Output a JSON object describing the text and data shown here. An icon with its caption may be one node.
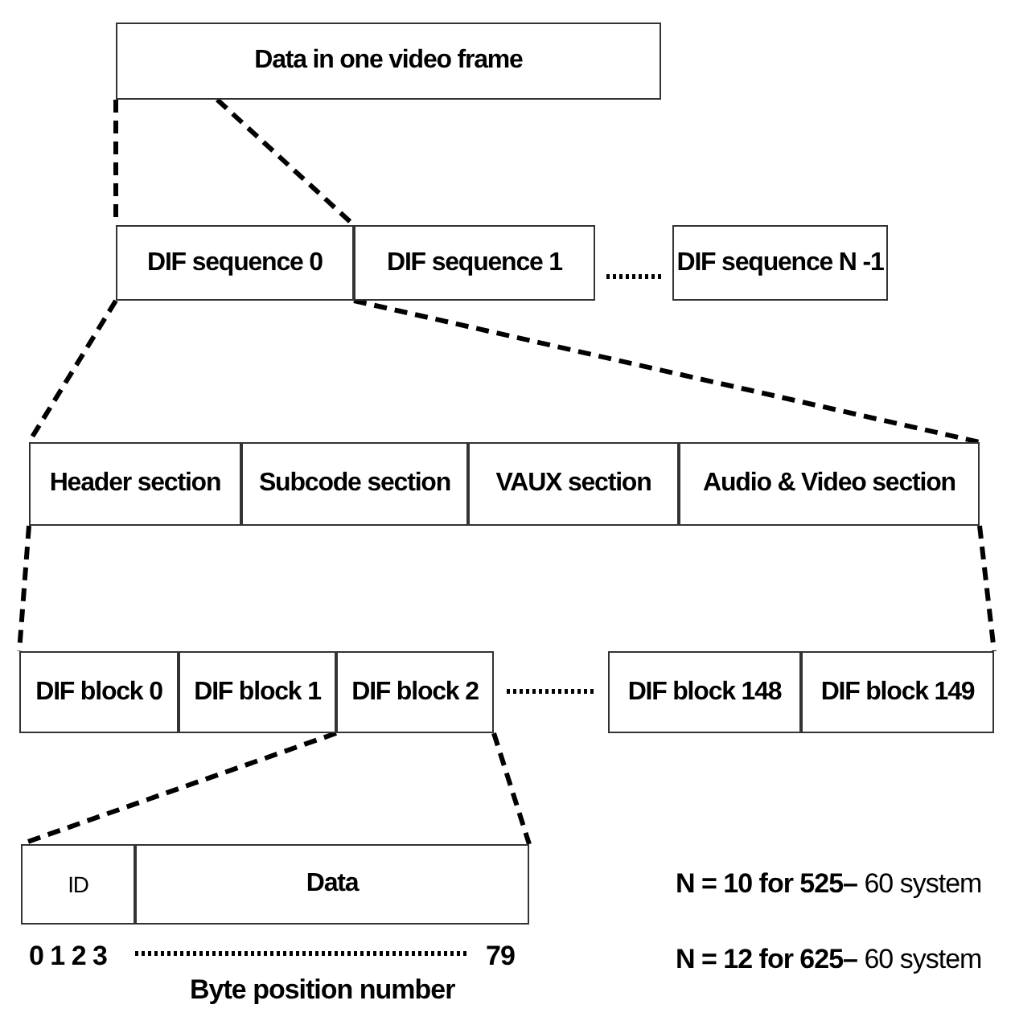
{
  "diagram": {
    "nodes": [
      {
        "text": [
          "Data in one video frame"
        ]
      },
      {
        "text": [
          "DIF sequence 0"
        ]
      },
      {
        "text": [
          "DIF sequence 1"
        ]
      },
      {
        "text": [
          "DIF sequence N -1"
        ]
      },
      {
        "text": [
          "Header section"
        ]
      },
      {
        "text": [
          "Subcode section"
        ]
      },
      {
        "text": [
          "VAUX section"
        ]
      },
      {
        "text": [
          "Audio & Video section"
        ]
      },
      {
        "text": [
          "DIF block 0"
        ]
      },
      {
        "text": [
          "DIF block 1"
        ]
      },
      {
        "text": [
          "DIF block 2"
        ]
      },
      {
        "text": [
          "DIF block 148"
        ]
      },
      {
        "text": [
          "DIF block 149"
        ]
      },
      {
        "text": [
          "ID"
        ]
      },
      {
        "text": [
          "Data"
        ]
      }
    ],
    "edges": [
      {
        "from": 0,
        "to": 1,
        "arrow": "none",
        "style": "dashed"
      },
      {
        "from": 0,
        "to": 1,
        "arrow": "none",
        "style": "dashed"
      },
      {
        "from": 1,
        "to": 4,
        "arrow": "none",
        "style": "dashed"
      },
      {
        "from": 1,
        "to": 7,
        "arrow": "none",
        "style": "dashed"
      },
      {
        "from": 4,
        "to": 8,
        "arrow": "none",
        "style": "dashed"
      },
      {
        "from": 7,
        "to": 12,
        "arrow": "none",
        "style": "dashed"
      },
      {
        "from": 10,
        "to": 13,
        "arrow": "none",
        "style": "dashed"
      },
      {
        "from": 10,
        "to": 14,
        "arrow": "none",
        "style": "dashed"
      }
    ],
    "labels": [
      "0 1 2 3",
      "79",
      "Byte position number",
      "**N = 10 for 525–** 60 system",
      "**N = 12 for 625–** 60 system"
    ]
  }
}
